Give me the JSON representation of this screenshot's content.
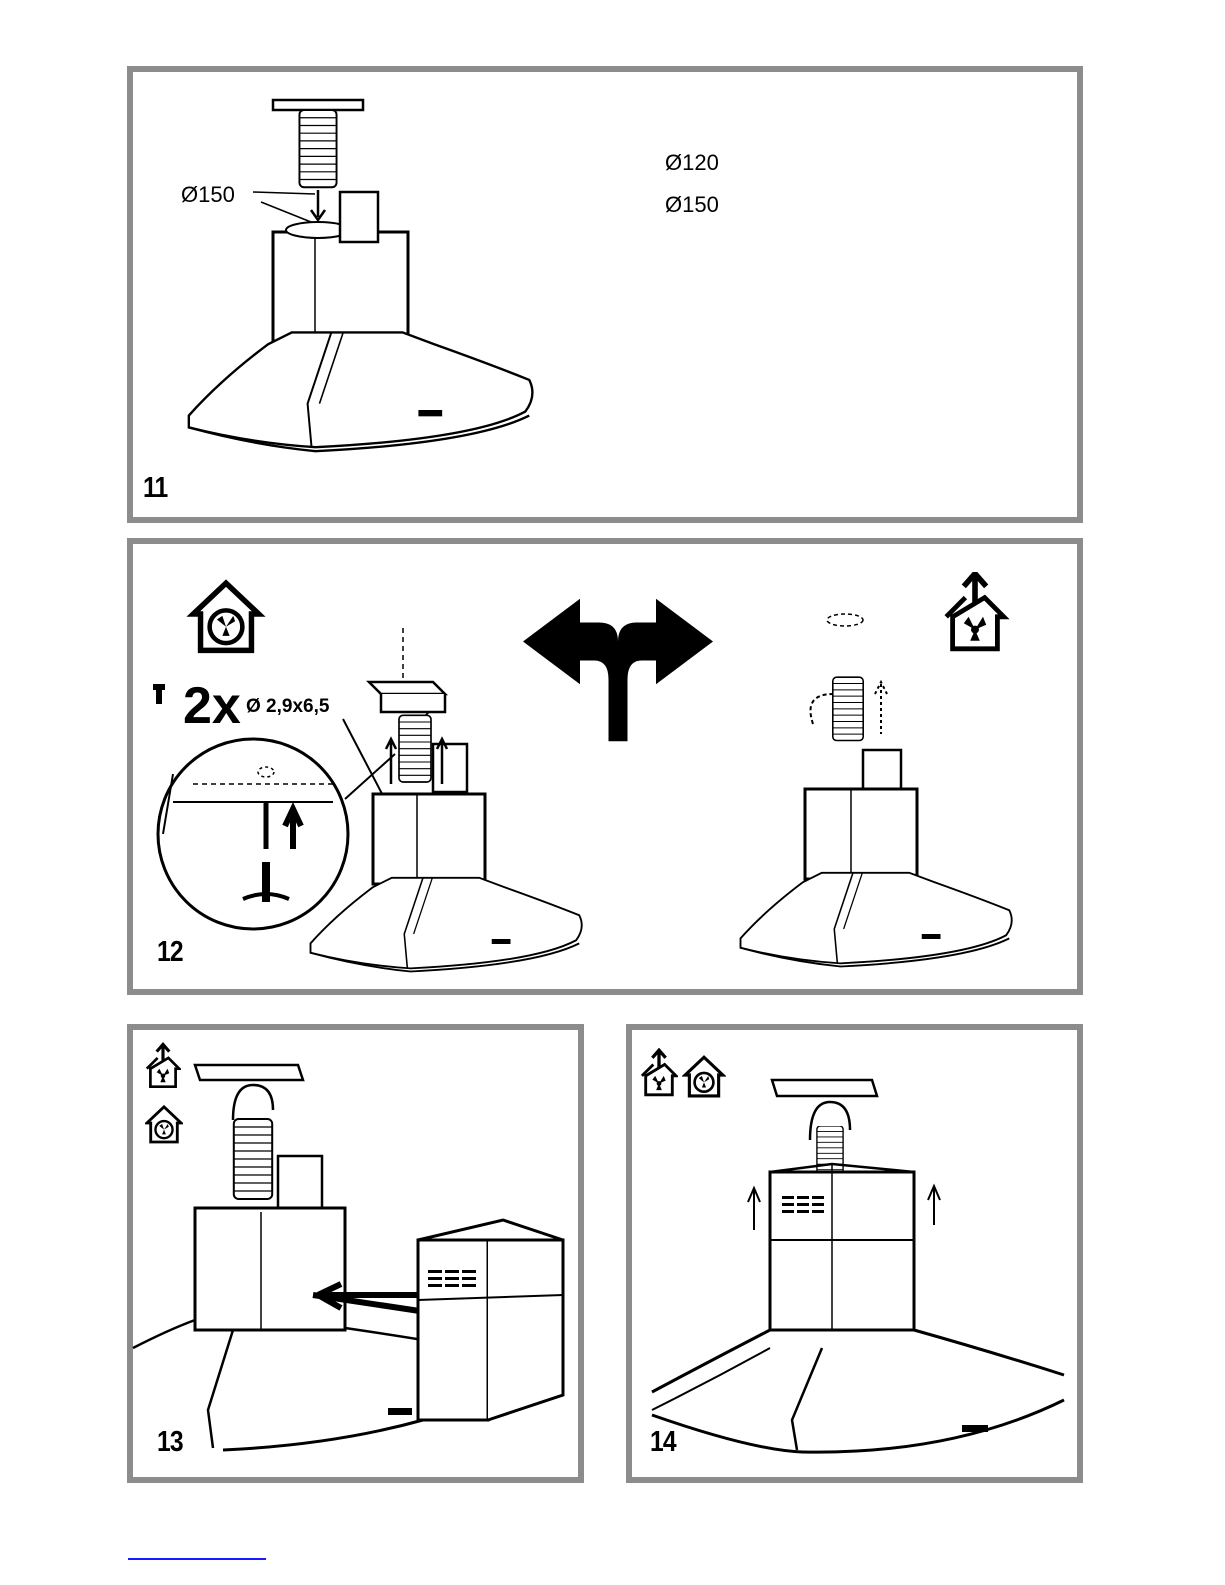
{
  "panels": {
    "p11": {
      "step": "11",
      "dia_left": "Ø150",
      "dia_right_top": "Ø120",
      "dia_right_bottom": "Ø150"
    },
    "p12": {
      "step": "12",
      "screw_qty": "2x",
      "screw_size": "Ø 2,9x6,5"
    },
    "p13": {
      "step": "13"
    },
    "p14": {
      "step": "14"
    }
  },
  "icons": [
    "ducted-extraction-icon",
    "recirculation-icon",
    "fan-icon",
    "speaker-icon",
    "arrow-fork-icon",
    "screw-icon",
    "screwdriver-icon"
  ],
  "colors": {
    "frame": "#8c8c8c",
    "ink": "#000000",
    "footer_link": "#1a1aff"
  }
}
